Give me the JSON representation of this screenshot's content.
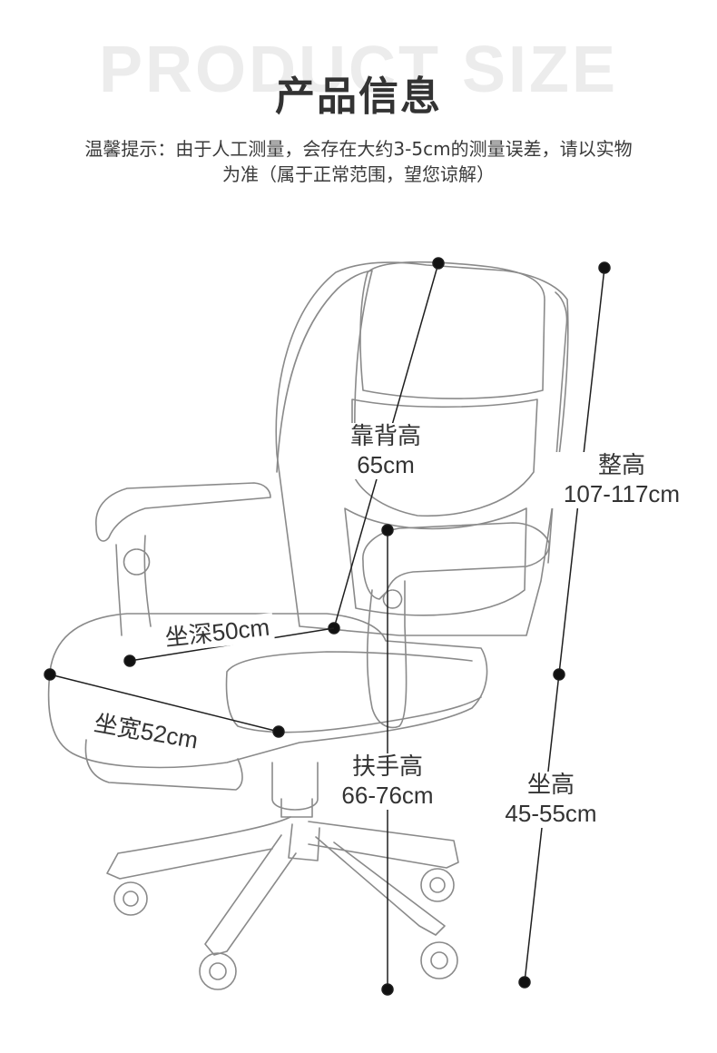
{
  "header": {
    "watermark": "PRODUCT SIZE",
    "title": "产品信息",
    "notice_line1": "温馨提示：由于人工测量，会存在大约3-5cm的测量误差，请以实物",
    "notice_line2": "为准（属于正常范围，望您谅解）"
  },
  "dimensions": {
    "backrest": {
      "name": "靠背高",
      "value": "65cm"
    },
    "total_height": {
      "name": "整高",
      "value": "107-117cm"
    },
    "seat_depth": {
      "label": "坐深50cm"
    },
    "seat_width": {
      "label": "坐宽52cm"
    },
    "armrest_height": {
      "name": "扶手高",
      "value": "66-76cm"
    },
    "seat_height": {
      "name": "坐高",
      "value": "45-55cm"
    }
  },
  "colors": {
    "line": "#2a2a2a",
    "text": "#333333",
    "watermark": "#ececec",
    "background": "#ffffff"
  }
}
